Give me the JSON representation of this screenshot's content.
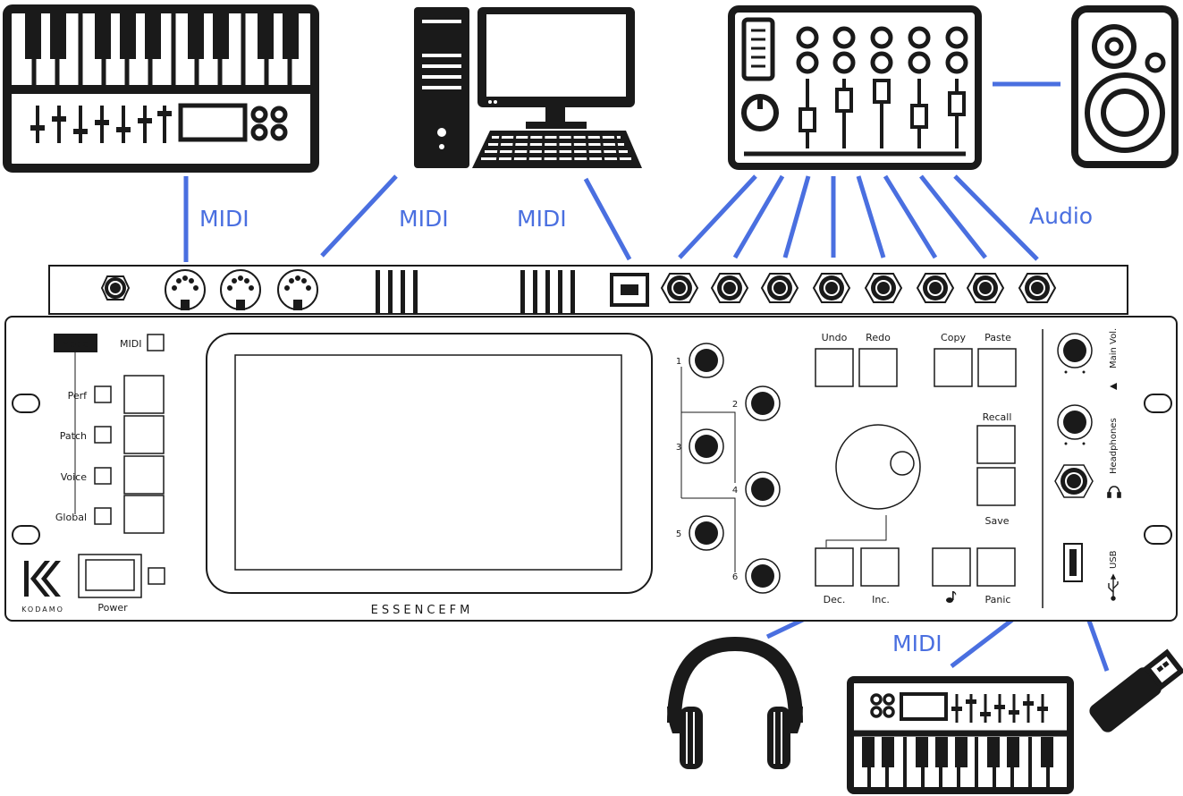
{
  "colors": {
    "cable": "#4a6fe0",
    "ink": "#1a1a1a",
    "panel_bg": "#ffffff"
  },
  "connection_labels": {
    "keyboard_midi": "MIDI",
    "computer_midi_din": "MIDI",
    "computer_midi_usb": "MIDI",
    "mixer_audio": "Audio",
    "usb_host_midi": "MIDI"
  },
  "panel": {
    "brand": "KODAMO",
    "product": "ESSENCEFM",
    "mode": {
      "title": "Mode",
      "midi": "MIDI",
      "items": [
        "Perf",
        "Patch",
        "Voice",
        "Global"
      ]
    },
    "power": "Power",
    "encoders": [
      "1",
      "2",
      "3",
      "4",
      "5",
      "6"
    ],
    "buttons": {
      "undo": "Undo",
      "redo": "Redo",
      "copy": "Copy",
      "paste": "Paste",
      "recall": "Recall",
      "save": "Save",
      "dec": "Dec.",
      "inc": "Inc.",
      "panic": "Panic"
    },
    "right": {
      "main_vol": "Main Vol.",
      "headphones": "Headphones",
      "usb": "USB"
    }
  },
  "icons": {
    "keyboard_top": "synth-keyboard-icon",
    "computer": "desktop-computer-icon",
    "mixer": "audio-mixer-icon",
    "speaker": "speaker-icon",
    "headphones": "headphones-icon",
    "keyboard_bottom": "midi-keyboard-icon",
    "usb_stick": "usb-stick-icon",
    "note": "music-note-icon",
    "headphone_small": "headphone-small-icon",
    "usb_symbol": "usb-symbol-icon"
  }
}
